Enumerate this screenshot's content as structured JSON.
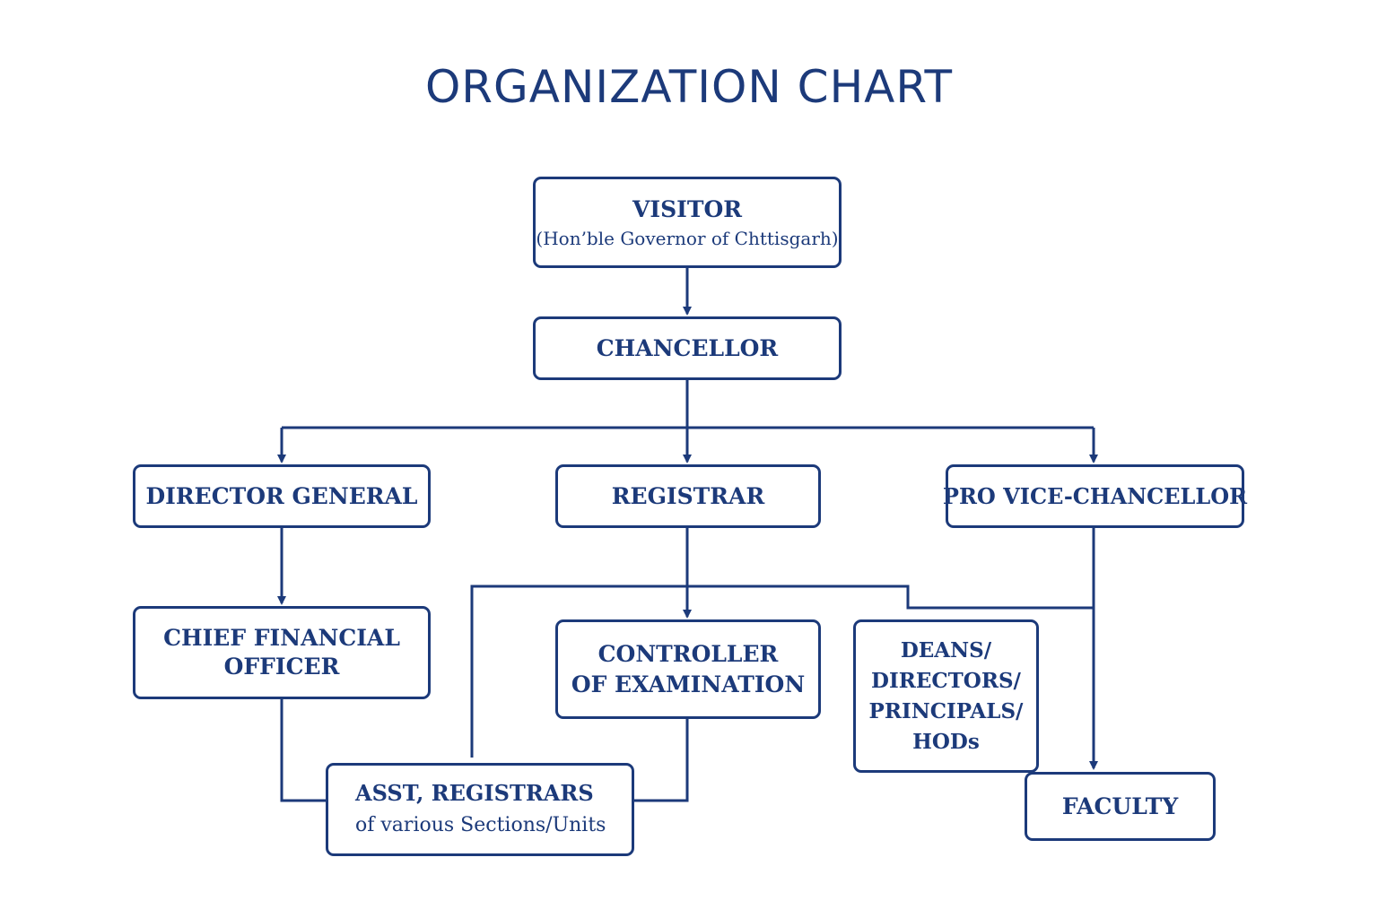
{
  "title": "ORGANIZATION CHART",
  "colors": {
    "primary": "#1c3a7a",
    "background": "#ffffff"
  },
  "nodes": {
    "visitor": {
      "title": "VISITOR",
      "subtitle": "(Hon’ble Governor of Chttisgarh)"
    },
    "chancellor": {
      "title": "CHANCELLOR"
    },
    "director_general": {
      "title": "DIRECTOR GENERAL"
    },
    "registrar": {
      "title": "REGISTRAR"
    },
    "pro_vice_chancellor": {
      "title": "PRO VICE-CHANCELLOR"
    },
    "chief_financial_officer": {
      "lines": [
        "CHIEF FINANCIAL",
        "OFFICER"
      ]
    },
    "controller_of_examination": {
      "lines": [
        "CONTROLLER",
        "OF EXAMINATION"
      ]
    },
    "deans": {
      "lines": [
        "DEANS/",
        "DIRECTORS/",
        "PRINCIPALS/",
        "HODs"
      ]
    },
    "asst_registrars": {
      "lines": [
        "ASST, REGISTRARS",
        "of various Sections/Units"
      ]
    },
    "faculty": {
      "title": "FACULTY"
    }
  }
}
